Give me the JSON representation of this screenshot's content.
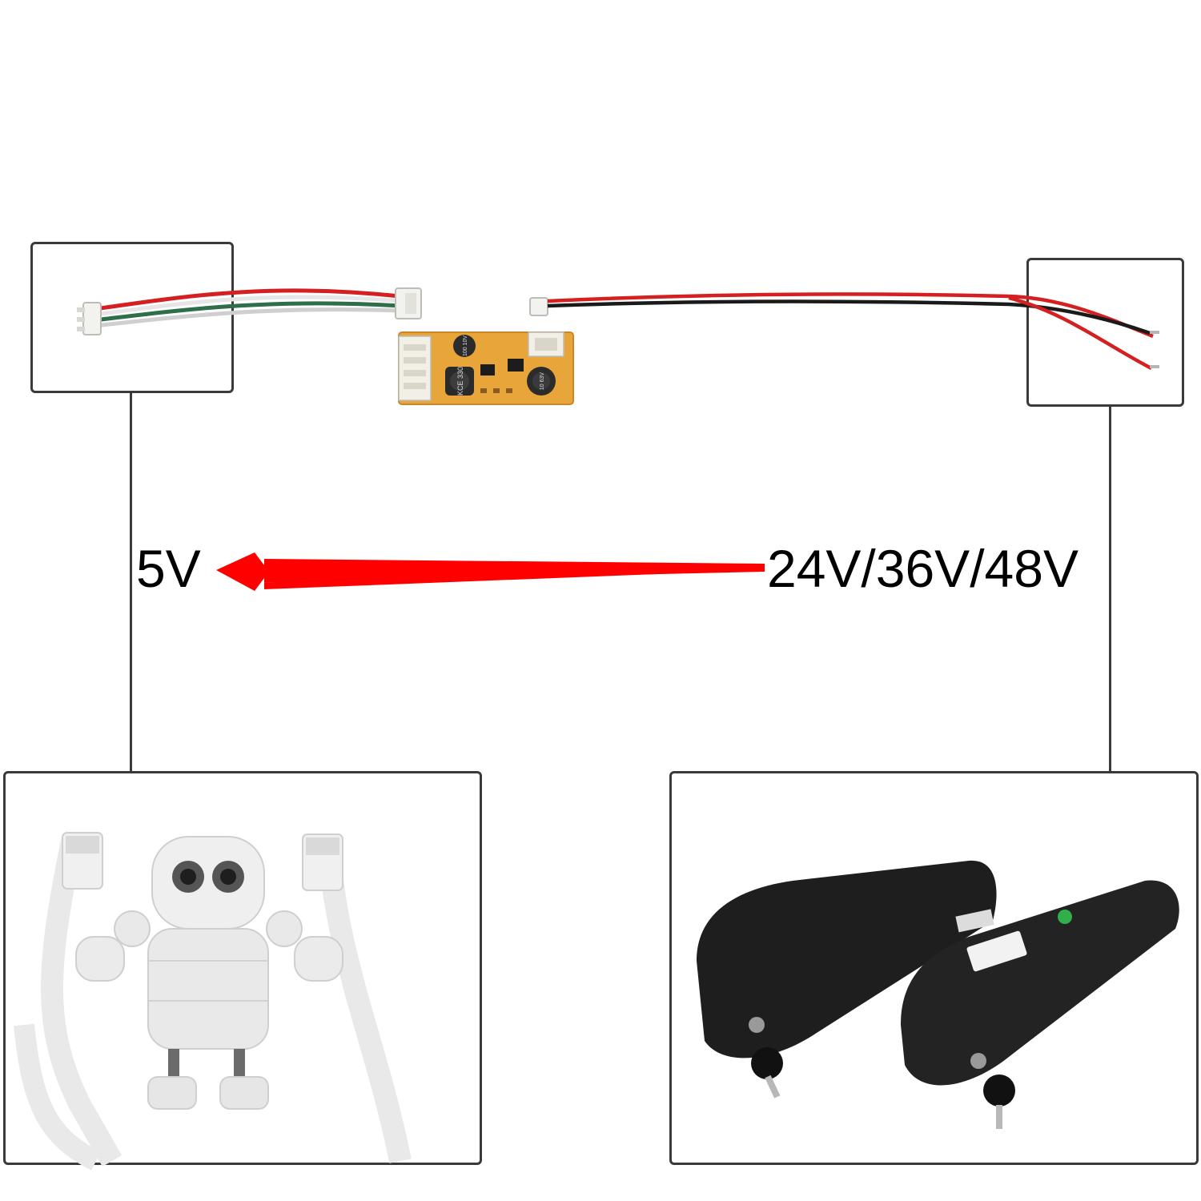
{
  "labels": {
    "output_voltage": "5V",
    "input_voltage": "24V/36V/48V"
  },
  "board_markings": {
    "inductor": "KCE 330",
    "capacitor_left": "100 10V",
    "capacitor_right": "10 63V"
  },
  "colors": {
    "arrow": "#ff0000",
    "frame": "#3a3a3a",
    "pcb": "#e8a53a",
    "wire_red": "#d42020",
    "wire_black": "#1a1a1a",
    "wire_green": "#2f6e4a",
    "wire_white": "#e6e6e6",
    "battery": "#1e1e1e"
  },
  "icons": {
    "pcb": "dc-dc-converter-board",
    "output_harness": "4-pin-jst-cable",
    "input_harness": "2-wire-power-lead",
    "load": "robot-holding-usb-plugs",
    "source": "ebike-downtube-battery"
  }
}
